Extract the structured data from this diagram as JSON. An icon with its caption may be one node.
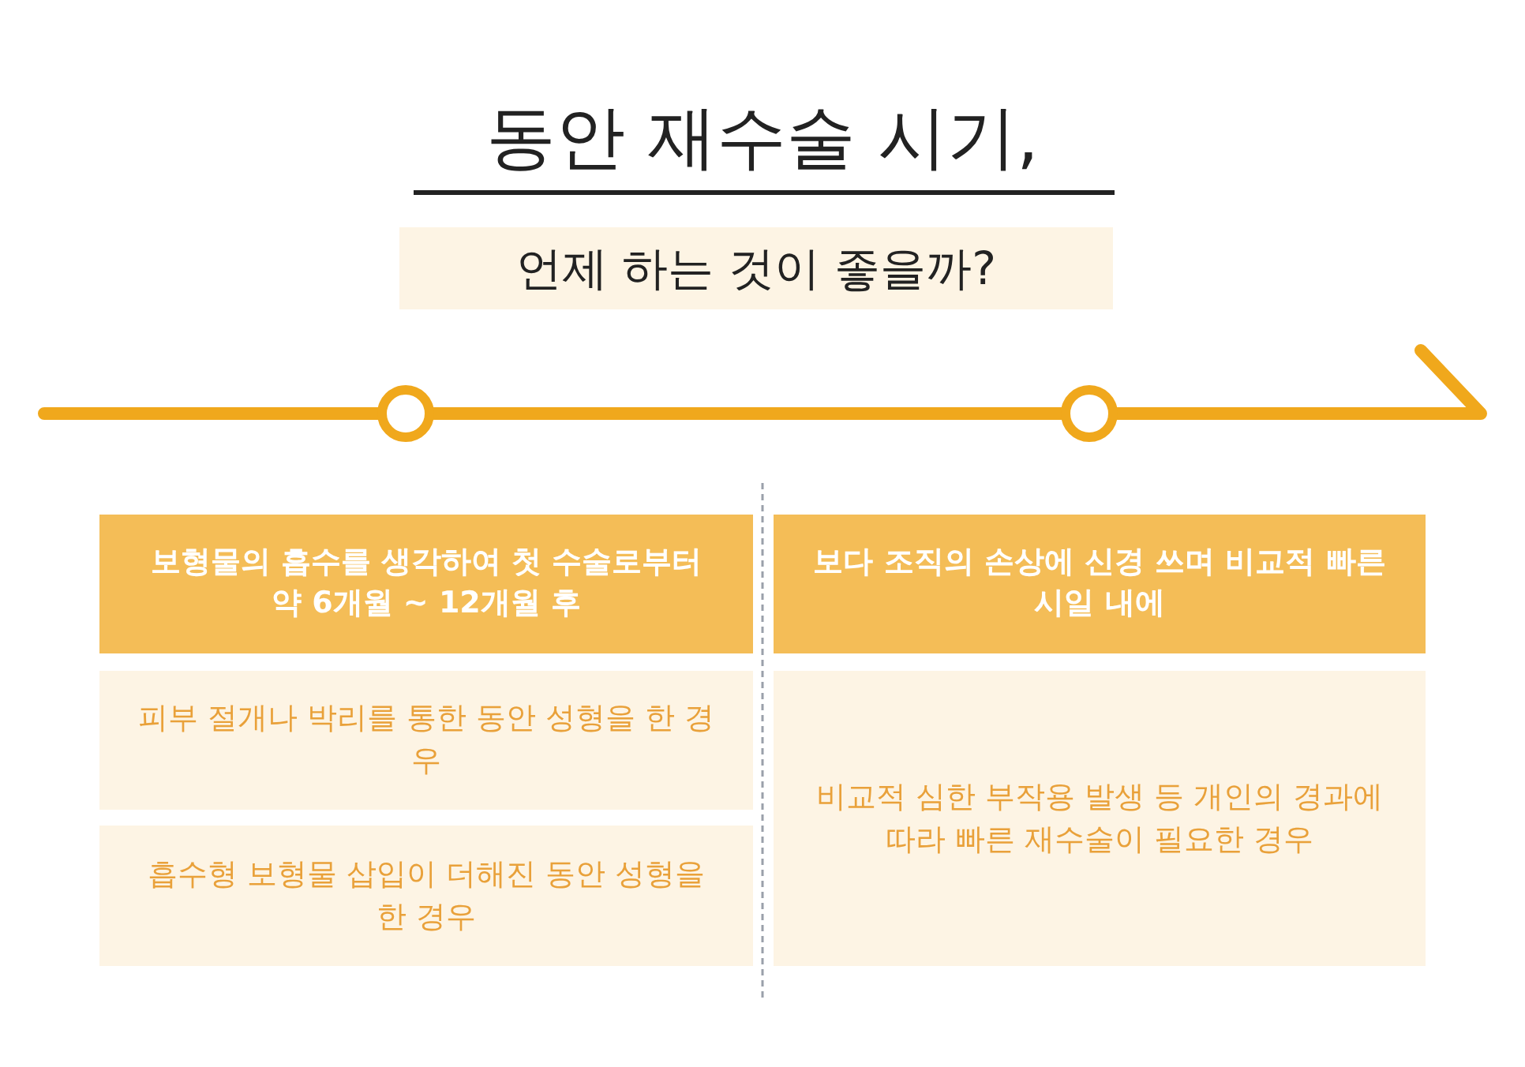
{
  "diagram": {
    "title": "동안 재수술 시기,",
    "nodes": [
      {
        "text": [
          "보형물의 흡수를 생각하여 첫 수술로부터 약 6개월 ~ 12개월 후"
        ]
      },
      {
        "text": [
          "피부 절개나 박리를 통한 동안 성형을 한 경우"
        ]
      },
      {
        "text": [
          "흡수형 보형물 삽입이 더해진 동안 성형을 한 경우"
        ]
      },
      {
        "text": [
          "보다 조직의 손상에 신경 쓰며 비교적 빠른 시일 내에"
        ]
      },
      {
        "text": [
          "비교적 심한 부작용 발생 등 개인의 경과에 따라 빠른 재수술이 필요한 경우"
        ]
      }
    ],
    "labels": [
      "언제 하는 것이 좋을까?"
    ]
  }
}
